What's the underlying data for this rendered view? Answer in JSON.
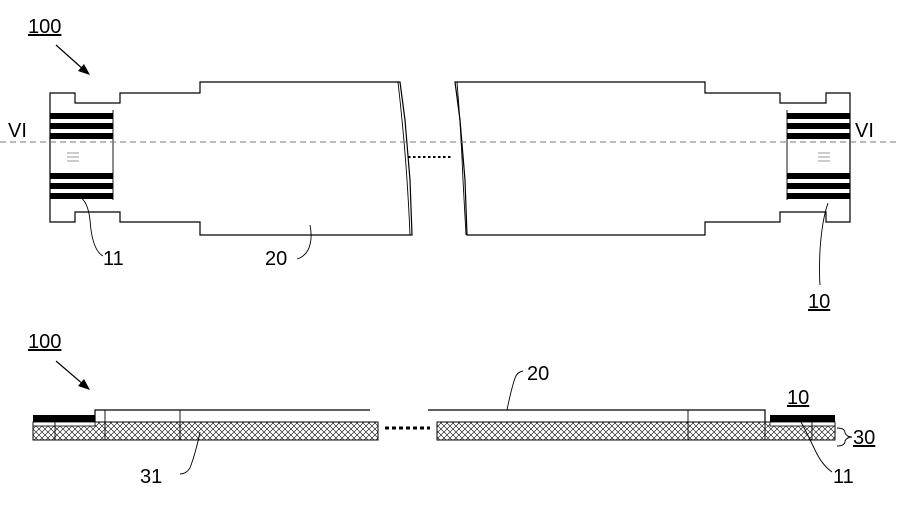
{
  "labels": {
    "assembly_top": "100",
    "assembly_bottom": "100",
    "section_left": "VI",
    "section_right": "VI",
    "finger_left": "11",
    "body_top": "20",
    "connector_right": "10",
    "body_bottom": "20",
    "connector_bottom": "10",
    "layer": "30",
    "layer_fill": "31",
    "finger_bottom": "11"
  },
  "colors": {
    "line": "#000000",
    "background": "#ffffff",
    "dash": "#777777"
  },
  "icons": {
    "leader_arrow": "arrow-icon",
    "hatch": "crosshatch-pattern"
  }
}
